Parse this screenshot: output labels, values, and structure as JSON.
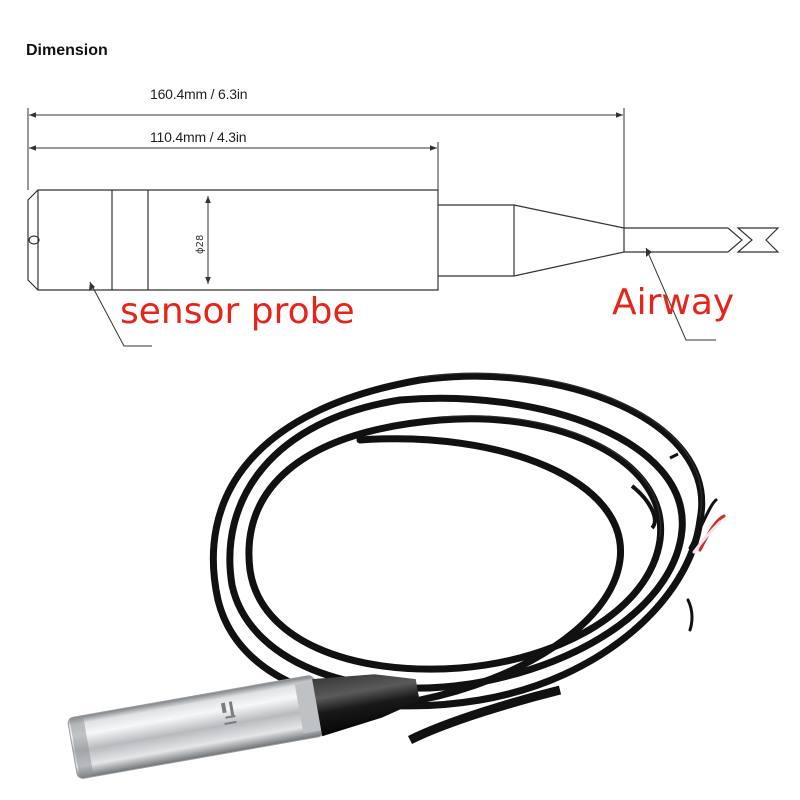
{
  "title": "Dimension",
  "dimensions": {
    "overall": "160.4mm / 6.3in",
    "probe": "110.4mm / 4.3in",
    "diameter": "ϕ28"
  },
  "callouts": {
    "sensor_probe": "sensor probe",
    "airway": "Airway"
  },
  "photo": {
    "subject": "level-sensor-probe-with-coiled-cable",
    "cable_color": "#0f0f0f",
    "probe_color": "#c9cbcd",
    "wire_colors": [
      "#d22b2b",
      "#f2f2f2",
      "#1a1a1a"
    ]
  },
  "colors": {
    "callout": "#e8231a",
    "line": "#333333"
  }
}
